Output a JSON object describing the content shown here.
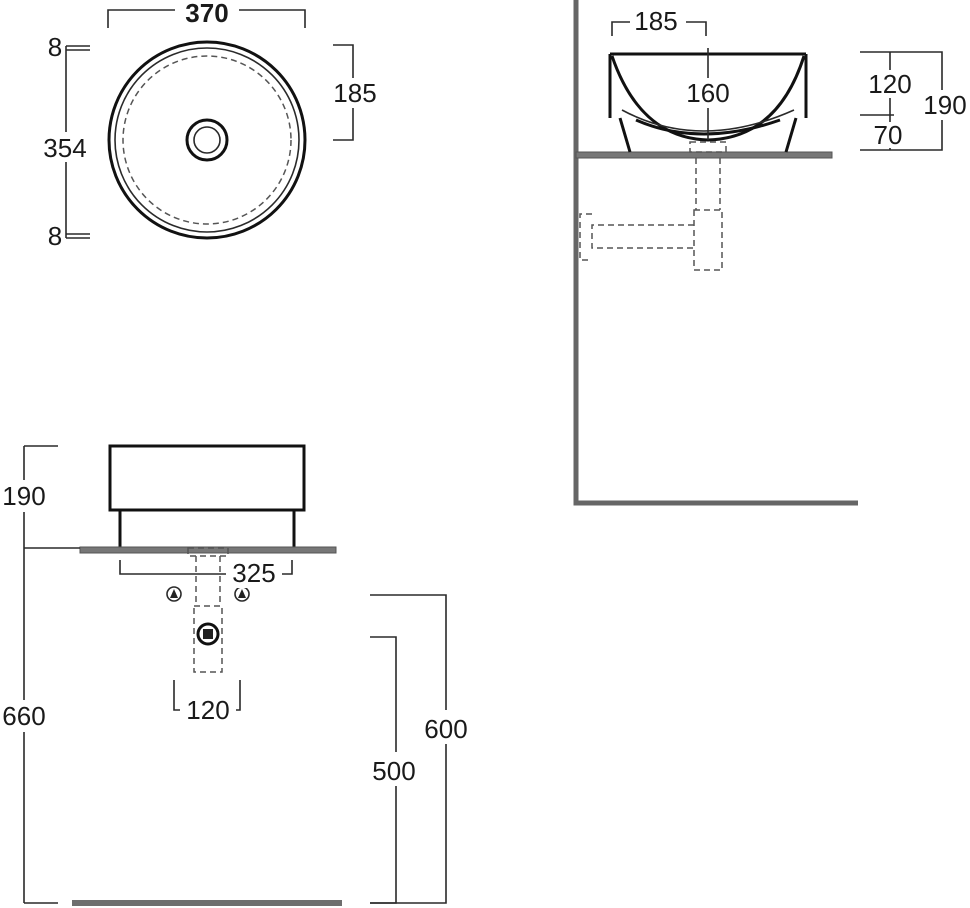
{
  "top_view": {
    "width": "370",
    "radius": "185",
    "inner": "354",
    "rim_top": "8",
    "rim_bottom": "8"
  },
  "side_view": {
    "half_width": "185",
    "drain_depth": "160",
    "bowl_height": "120",
    "base_height": "70",
    "total_height": "190"
  },
  "front_view": {
    "basin_height": "190",
    "fixing_spacing": "325",
    "waste_spacing": "120",
    "counter_height": "660",
    "trap_height": "500",
    "outlet_height": "600"
  }
}
